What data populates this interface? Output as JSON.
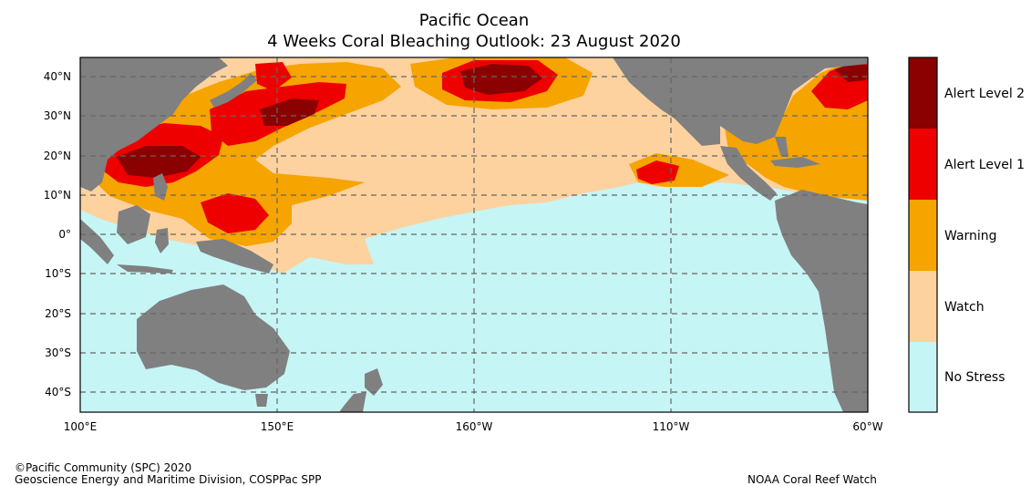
{
  "title_line1": "Pacific Ocean",
  "title_line2": "4 Weeks Coral Bleaching Outlook: 23 August 2020",
  "lat_labels": [
    "40°N",
    "30°N",
    "20°N",
    "10°N",
    "0°",
    "10°S",
    "20°S",
    "30°S",
    "40°S"
  ],
  "lon_labels": [
    "100°E",
    "150°E",
    "160°W",
    "110°W",
    "60°W"
  ],
  "legend": [
    {
      "label": "Alert Level 2",
      "color": "#8b0000"
    },
    {
      "label": "Alert Level 1",
      "color": "#ee0000"
    },
    {
      "label": "Warning",
      "color": "#f5a400"
    },
    {
      "label": "Watch",
      "color": "#fdd29f"
    },
    {
      "label": "No Stress",
      "color": "#c6f5f5"
    }
  ],
  "colors": {
    "land": "#808080",
    "grid": "#666666"
  },
  "footer": {
    "credit_line1": "©Pacific Community (SPC) 2020",
    "credit_line2": "Geoscience Energy and Maritime Division, COSPPac SPP",
    "source": "NOAA Coral Reef Watch"
  }
}
